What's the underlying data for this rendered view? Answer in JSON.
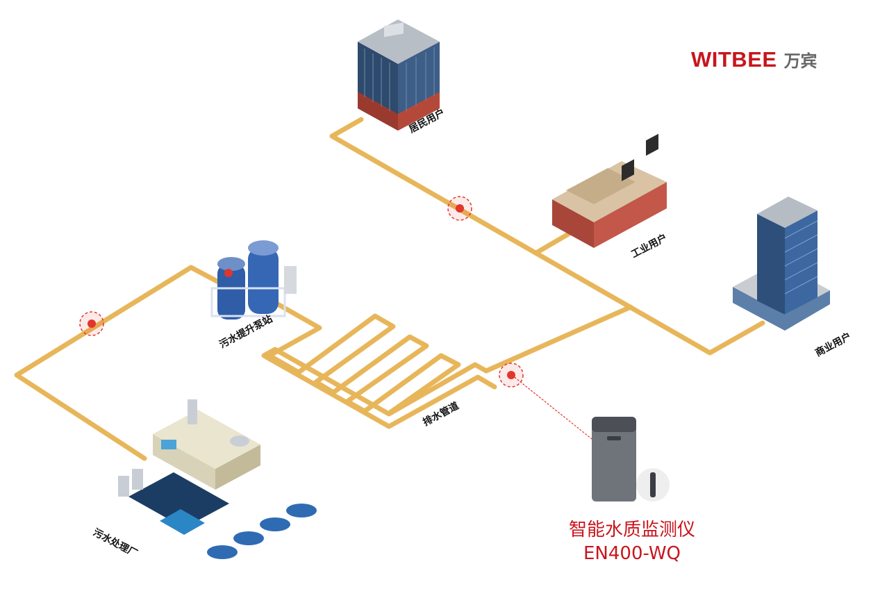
{
  "brand": {
    "name_en": "WITBEE",
    "name_cn": "万宾",
    "brand_color": "#C8151D",
    "gray_color": "#666666"
  },
  "colors": {
    "pipe": "#E8B65A",
    "sensor": "#E3352B",
    "pointer": "#E3352B"
  },
  "labels": {
    "residential": "居民用户",
    "industrial": "工业用户",
    "commercial": "商业用户",
    "pump_station": "污水提升泵站",
    "drain_pipe": "排水管道",
    "treatment_plant": "污水处理厂"
  },
  "device": {
    "name": "智能水质监测仪",
    "model": "EN400-WQ"
  },
  "icons": [
    "residential-building-icon",
    "factory-building-icon",
    "commercial-tower-icon",
    "pump-station-icon",
    "treatment-plant-icon",
    "water-quality-monitor-icon",
    "probe-sensor-icon"
  ]
}
